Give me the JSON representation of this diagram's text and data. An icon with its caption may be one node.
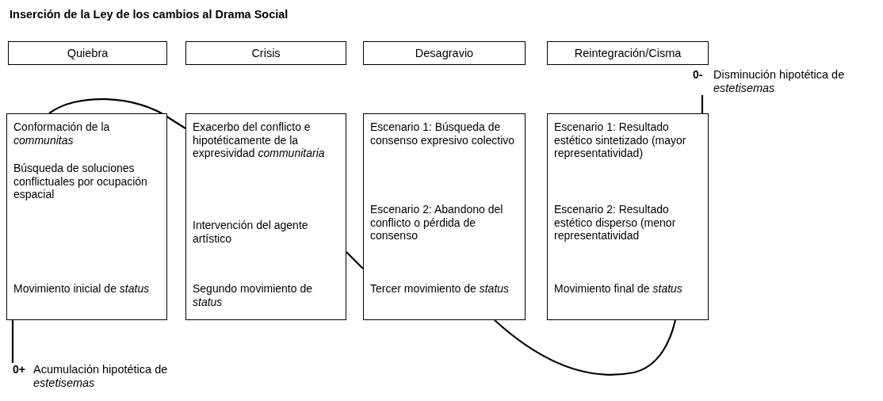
{
  "diagram": {
    "title": "Inserción de la Ley de los cambios al Drama Social",
    "nodes": [
      {
        "text": [
          "Quiebra"
        ]
      },
      {
        "text": [
          "Crisis"
        ]
      },
      {
        "text": [
          "Desagravio"
        ]
      },
      {
        "text": [
          "Reintegración/Cisma"
        ]
      },
      {
        "text": [
          "0-",
          "Disminución hipotética de *estetisemas*"
        ]
      },
      {
        "text": [
          "Conformación de la *communitas*",
          "Búsqueda de soluciones conflictuales por ocupación espacial",
          "Movimiento inicial de *status*"
        ]
      },
      {
        "text": [
          "Exacerbo del conflicto e hipotéticamente de la expresividad *communitaria*",
          "Intervención del agente artístico",
          "Segundo movimiento de *status*"
        ]
      },
      {
        "text": [
          "Escenario 1: Búsqueda de consenso expresivo colectivo",
          "Escenario 2: Abandono del conflicto o pérdida de consenso",
          "Tercer movimiento de *status*"
        ]
      },
      {
        "text": [
          "Escenario 1: Resultado estético sintetizado (mayor representatividad)",
          "Escenario 2: Resultado estético disperso (menor representatividad",
          "Movimiento final de *status*"
        ]
      },
      {
        "text": [
          "0+",
          "Acumulación hipotética de *estetisemas*"
        ]
      }
    ],
    "edges": [
      {
        "from": 9,
        "to": 5,
        "arrow": "none"
      },
      {
        "from": 5,
        "to": 6,
        "arrow": "none"
      },
      {
        "from": 6,
        "to": 7,
        "arrow": "none"
      },
      {
        "from": 7,
        "to": 8,
        "arrow": "none"
      },
      {
        "from": 8,
        "to": 4,
        "arrow": "none"
      }
    ]
  }
}
